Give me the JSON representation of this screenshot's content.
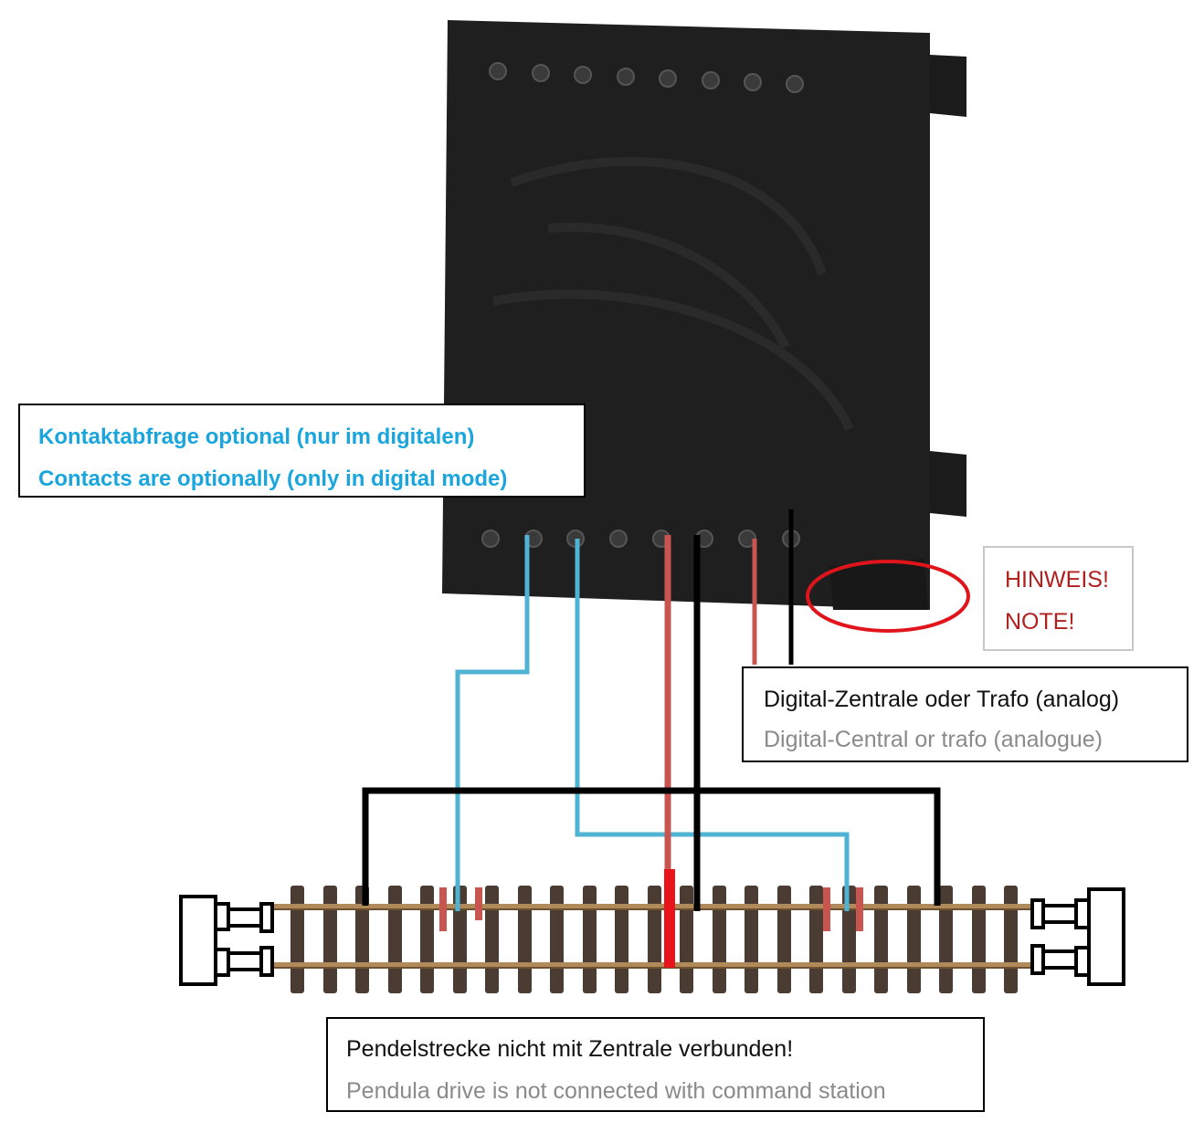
{
  "labels": {
    "contacts_de": "Kontaktabfrage optional (nur im digitalen)",
    "contacts_en": "Contacts are optionally (only in digital mode)",
    "power_de": "Digital-Zentrale oder Trafo (analog)",
    "power_en": "Digital-Central or trafo (analogue)",
    "note_de": "HINWEIS!",
    "note_en": "NOTE!",
    "pendel_de": "Pendelstrecke nicht mit Zentrale verbunden!",
    "pendel_en": "Pendula drive is not connected with command station"
  },
  "colors": {
    "module_body": "#1f1f1f",
    "wire_blue": "#4fb3d4",
    "wire_red": "#c85550",
    "wire_black": "#000000",
    "feeder_red": "#e8141c",
    "note_ring": "#e1141c",
    "rail": "#b08a5a",
    "sleeper": "#4a3c32",
    "contacts_text": "#1aa6dd",
    "note_text": "#b11f1f"
  },
  "icons": {
    "buffer_stop_left": "buffer-stop-icon",
    "buffer_stop_right": "buffer-stop-icon"
  }
}
